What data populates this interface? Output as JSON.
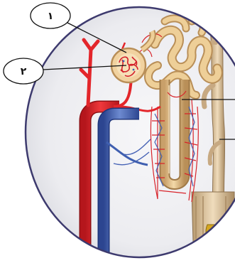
{
  "diagram": {
    "labels": [
      {
        "id": "label-1",
        "text": "١"
      },
      {
        "id": "label-2",
        "text": "٢"
      }
    ],
    "colors": {
      "background_circle": "#e9eaee",
      "rim": "#3d3a6e",
      "artery": "#e3262b",
      "vein": "#3f5fb0",
      "tubule": "#e8c48a",
      "tubule_shadow": "#b88d55",
      "collecting_duct": "#dcc39b"
    },
    "icons": [
      "nephron-illustration"
    ]
  }
}
